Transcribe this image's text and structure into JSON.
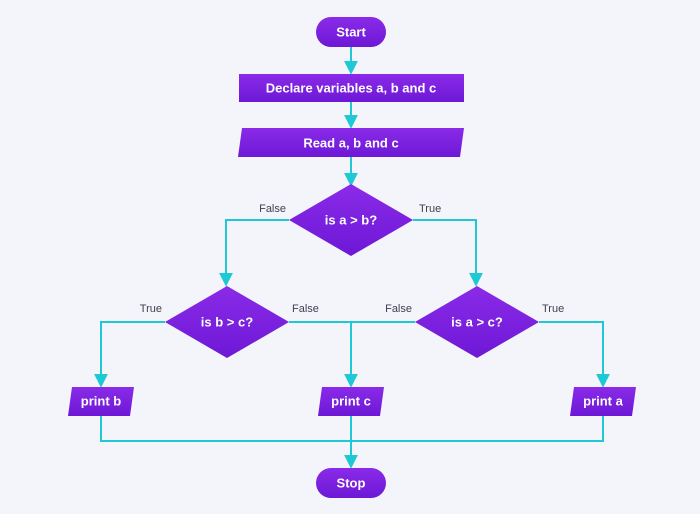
{
  "nodes": {
    "start": "Start",
    "declare": "Declare variables a, b and c",
    "read": "Read a, b and c",
    "cond_a_gt_b": "is a > b?",
    "cond_b_gt_c": "is b > c?",
    "cond_a_gt_c": "is a > c?",
    "print_b": "print b",
    "print_c": "print c",
    "print_a": "print a",
    "stop": "Stop"
  },
  "labels": {
    "a_gt_b_false": "False",
    "a_gt_b_true": "True",
    "b_gt_c_true": "True",
    "b_gt_c_false": "False",
    "a_gt_c_false": "False",
    "a_gt_c_true": "True"
  },
  "colors": {
    "node_purple": "#7b1fe0",
    "connector": "#1ec8d4",
    "background": "#f4f5fb"
  }
}
